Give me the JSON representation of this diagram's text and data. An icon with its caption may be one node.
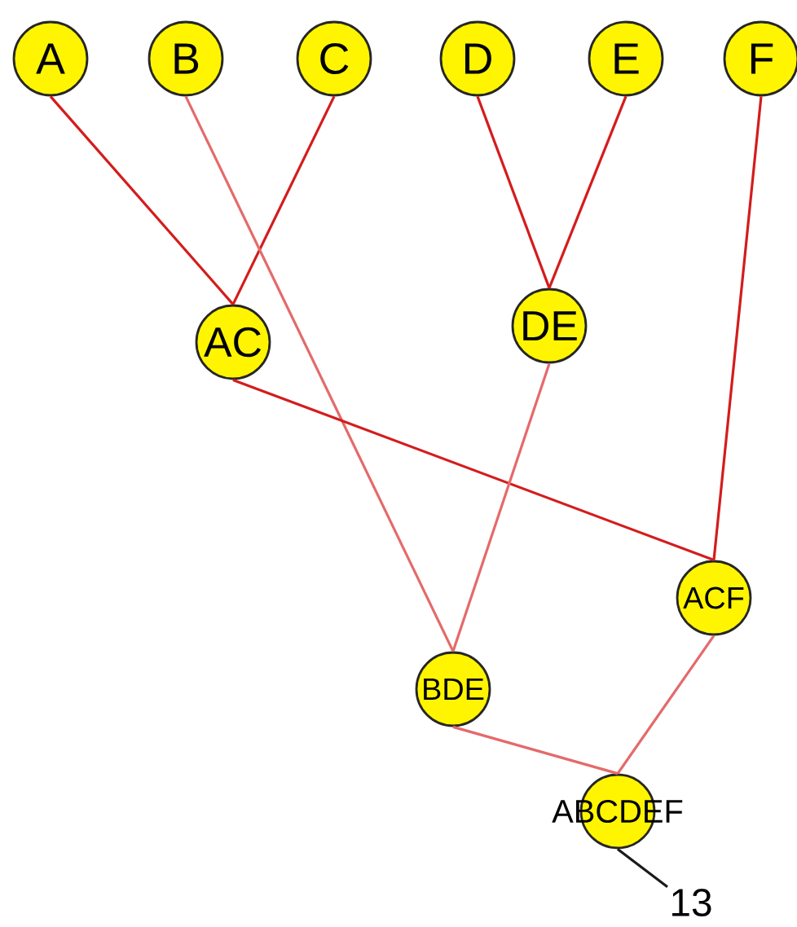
{
  "diagram": {
    "nodes": [
      {
        "text": [
          "A"
        ]
      },
      {
        "text": [
          "B"
        ]
      },
      {
        "text": [
          "C"
        ]
      },
      {
        "text": [
          "D"
        ]
      },
      {
        "text": [
          "E"
        ]
      },
      {
        "text": [
          "F"
        ]
      },
      {
        "text": [
          "AC"
        ]
      },
      {
        "text": [
          "DE"
        ]
      },
      {
        "text": [
          "ACF"
        ]
      },
      {
        "text": [
          "BDE"
        ]
      },
      {
        "text": [
          "ABCDEF"
        ]
      },
      {
        "text": [
          "13"
        ]
      }
    ],
    "edges": [
      {
        "from": 0,
        "to": 6,
        "arrow": "none"
      },
      {
        "from": 2,
        "to": 6,
        "arrow": "none"
      },
      {
        "from": 1,
        "to": 9,
        "arrow": "none",
        "color": "#e46a6a"
      },
      {
        "from": 3,
        "to": 7,
        "arrow": "none"
      },
      {
        "from": 4,
        "to": 7,
        "arrow": "none"
      },
      {
        "from": 5,
        "to": 8,
        "arrow": "none"
      },
      {
        "from": 6,
        "to": 8,
        "arrow": "none"
      },
      {
        "from": 7,
        "to": 9,
        "arrow": "none",
        "color": "#e46a6a"
      },
      {
        "from": 8,
        "to": 10,
        "arrow": "none",
        "color": "#e46a6a"
      },
      {
        "from": 9,
        "to": 10,
        "arrow": "none",
        "color": "#e46a6a"
      },
      {
        "from": 10,
        "to": 11,
        "arrow": "none",
        "color": "#1a1a1a"
      }
    ]
  }
}
